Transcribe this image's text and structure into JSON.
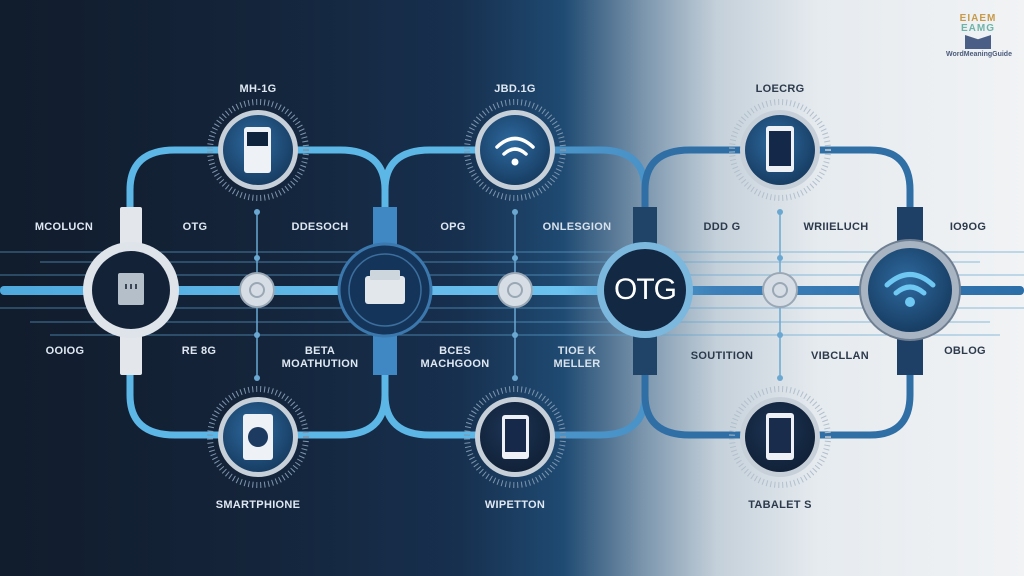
{
  "diagram": {
    "title": "OTG connectivity diagram",
    "center_badge": "OTG",
    "colors": {
      "bg_dark": "#111c2c",
      "bg_mid": "#1f4a72",
      "bg_light": "#f1f3f5",
      "cable": "#5cb6e6",
      "cable_dark": "#2b6ea8",
      "node_fill": "#1d4f7e",
      "node_ring": "#c9d2dc",
      "text_dark_bg": "#dfe8f2",
      "text_light_bg": "#2c3a4c"
    },
    "top_nodes": [
      {
        "label": "MH-1G",
        "icon": "phone-icon"
      },
      {
        "label": "JBD.1G",
        "icon": "wifi-icon"
      },
      {
        "label": "LOECRG",
        "icon": "tablet-icon"
      }
    ],
    "bottom_nodes": [
      {
        "label": "SMARTPHIONE",
        "icon": "phone-card-icon"
      },
      {
        "label": "WIPETTON",
        "icon": "smartphone-icon"
      },
      {
        "label": "TABALET S",
        "icon": "tablet-icon"
      }
    ],
    "hub_nodes": [
      {
        "icon": "socket-icon"
      },
      {
        "icon": "usb-adapter-icon"
      },
      {
        "icon": "otg-badge",
        "text": "OTG"
      },
      {
        "icon": "wifi-icon"
      }
    ],
    "labels_upper": [
      "MCOLUCN",
      "OTG",
      "DDESOCH",
      "OPG",
      "ONLESGION",
      "DDD G",
      "WRIIELUCH",
      "IO9OG"
    ],
    "labels_lower": [
      "OOIOG",
      "RE 8G",
      "BETA\nMOATHUTION",
      "BCES\nMACHGOON",
      "TIOE K\nMELLER",
      "SOUTITION",
      "VIBCLLAN",
      "OBLOG"
    ]
  },
  "watermark": {
    "letters_line1": "EIAEM",
    "letters_line2": "EAMG",
    "brand": "WordMeaningGuide"
  }
}
